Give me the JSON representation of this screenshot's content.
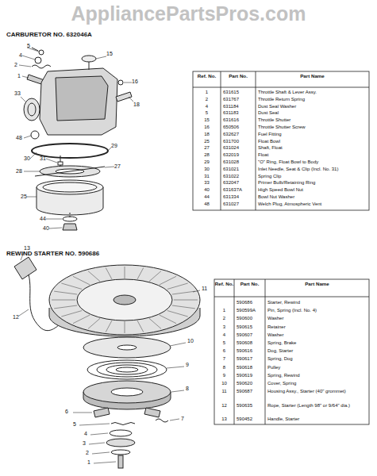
{
  "diagram": {
    "labels": [
      "AppliancePartsPros.com",
      "CARBURETOR NO. 632046A",
      "Ref. No.",
      "Part No.",
      "Part Name",
      "1",
      "631615",
      "Throttle Shaft & Lever Assy.",
      "2",
      "631767",
      "Throttle Return Spring",
      "4",
      "631184",
      "Dust Seal Washer",
      "5",
      "631183",
      "Dust Seal",
      "15",
      "631616",
      "Throttle Shutter",
      "16",
      "650506",
      "Throttle Shutter Screw",
      "18",
      "632627",
      "Fuel Fitting",
      "25",
      "631700",
      "Float Bowl",
      "27",
      "631024",
      "Shaft, Float",
      "28",
      "632019",
      "Float",
      "29",
      "631028",
      "\"O\" Ring, Float Bowl to Body",
      "30",
      "631021",
      "Inlet Needle, Seat & Clip (Incl. No. 31)",
      "31",
      "631022",
      "Spring Clip",
      "33",
      "632047",
      "Primer Bulb/Retaining Ring",
      "40",
      "631637A",
      "High Speed Bowl Nut",
      "44",
      "631334",
      "Bowl Nut Washer",
      "48",
      "631027",
      "Welch Plug, Atmospheric Vent",
      "5",
      "4",
      "2",
      "1",
      "15",
      "16",
      "18",
      "33",
      "48",
      "28",
      "31",
      "30",
      "29",
      "27",
      "25",
      "44",
      "40",
      "REWIND STARTER NO. 590686",
      "Ref. No.",
      "Part No.",
      "Part Name",
      "590686",
      "Starter, Rewind",
      "1",
      "590599A",
      "Pin, Spring (Incl. No. 4)",
      "2",
      "590600",
      "Washer",
      "3",
      "590615",
      "Retainer",
      "4",
      "590607",
      "Washer",
      "5",
      "590608",
      "Spring, Brake",
      "6",
      "590616",
      "Dog, Starter",
      "7",
      "590617",
      "Spring, Dog",
      "8",
      "590618",
      "Pulley",
      "9",
      "590619",
      "Spring, Rewind",
      "10",
      "590620",
      "Cover, Spring",
      "11",
      "590687",
      "Housing Assy., Starter (40\" grommet)",
      "12",
      "590635",
      "Rope, Starter (Length 98\" or 9/64\" dia.)",
      "13",
      "590452",
      "Handle, Starter",
      "13",
      "11",
      "12",
      "10",
      "9",
      "8",
      "7",
      "6",
      "5",
      "4",
      "3",
      "2",
      "1"
    ]
  }
}
